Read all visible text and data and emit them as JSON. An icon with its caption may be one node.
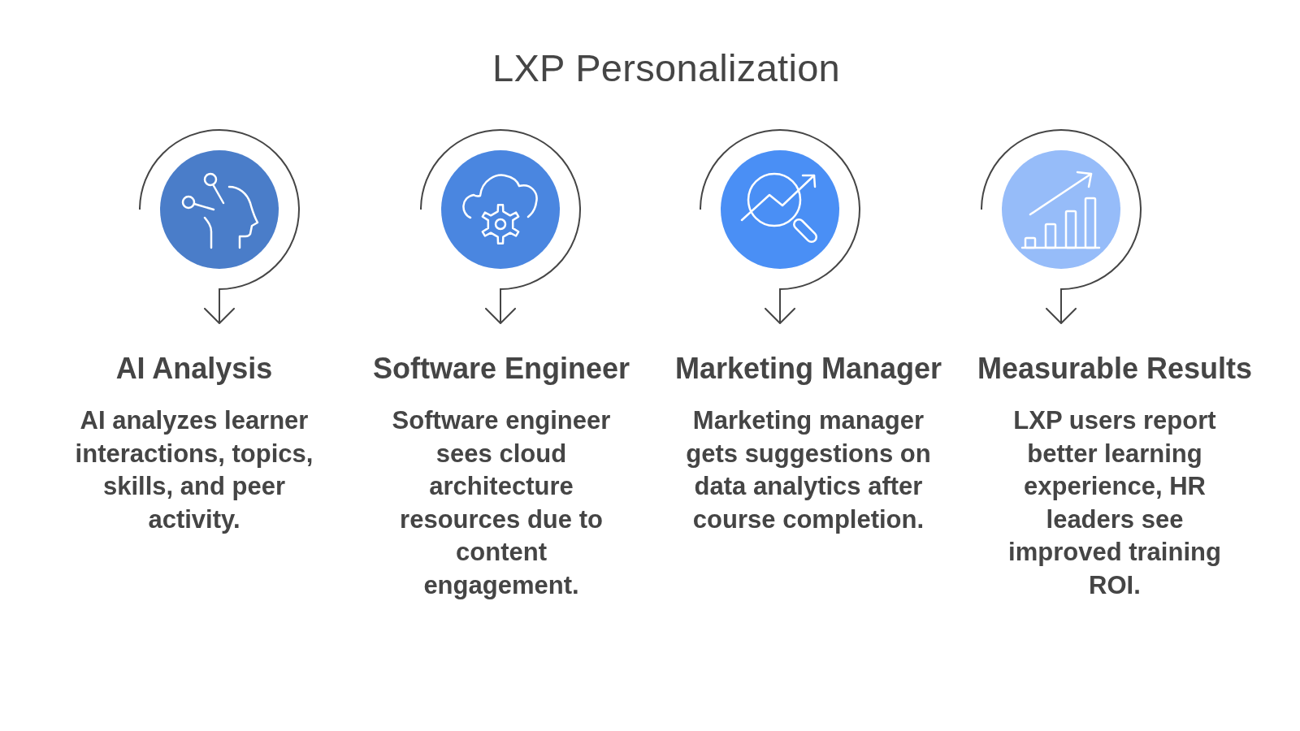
{
  "diagram": {
    "title": "LXP Personalization",
    "nodes": [
      {
        "text": [],
        "shape": "picture"
      },
      {
        "text": [
          "AI Analysis",
          "AI analyzes learner interactions, topics, skills, and peer activity."
        ]
      },
      {
        "text": [],
        "shape": "picture"
      },
      {
        "text": [
          "Software Engineer",
          "Software engineer sees cloud architecture resources due to content engagement."
        ]
      },
      {
        "text": [],
        "shape": "picture"
      },
      {
        "text": [
          "Marketing Manager",
          "Marketing manager gets suggestions on data analytics after course completion."
        ]
      },
      {
        "text": [],
        "shape": "picture"
      },
      {
        "text": [
          "Measurable Results",
          "LXP users report better learning experience, HR leaders see improved training ROI."
        ]
      }
    ],
    "edges": [
      {
        "from": 0,
        "to": 1,
        "arrow": "to"
      },
      {
        "from": 2,
        "to": 3,
        "arrow": "to"
      },
      {
        "from": 4,
        "to": 5,
        "arrow": "to"
      },
      {
        "from": 6,
        "to": 7,
        "arrow": "to"
      }
    ]
  }
}
